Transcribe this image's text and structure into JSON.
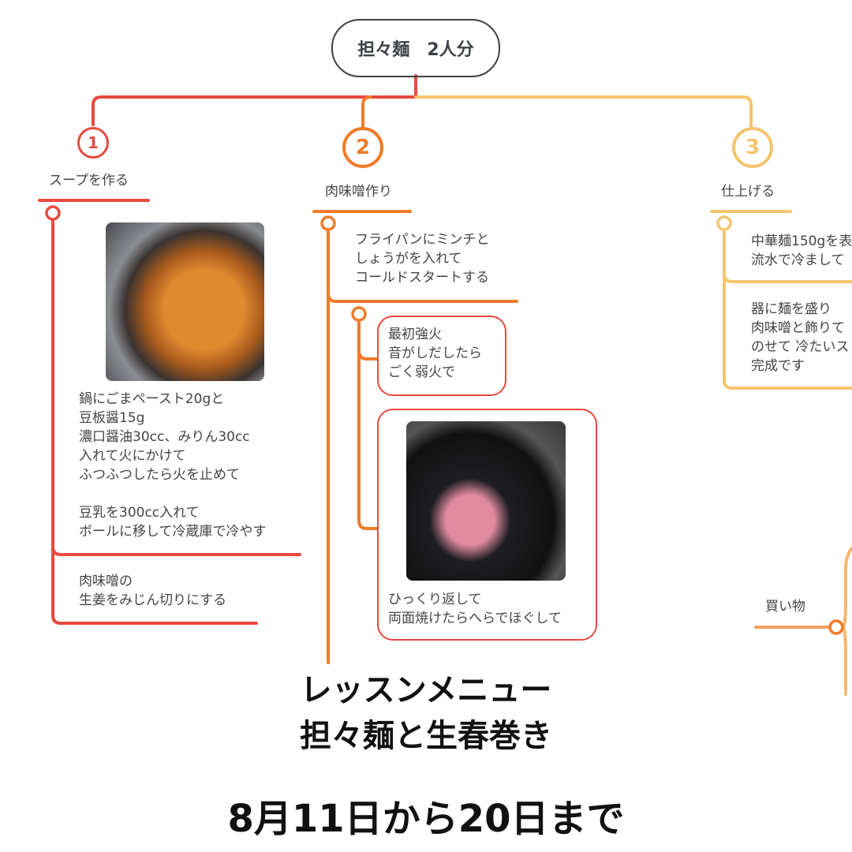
{
  "root": {
    "title": "担々麺　2人分"
  },
  "colors": {
    "step1": "#e8493f",
    "step2": "#ef7b2a",
    "step3": "#f5c46e",
    "root_border": "#3d4147"
  },
  "steps": [
    {
      "number": "1",
      "label": "スープを作る",
      "image": "pot-with-sesame-soup-photo",
      "notes": [
        "鍋にごまペースト20gと\n豆板醤15g\n濃口醤油30cc、みりん30cc\n入れて火にかけて\nふつふつしたら火を止めて\n\n豆乳を300cc入れて\nボールに移して冷蔵庫で冷やす",
        "肉味噌の\n生姜をみじん切りにする"
      ]
    },
    {
      "number": "2",
      "label": "肉味噌作り",
      "notes": [
        "フライパンにミンチと\nしょうがを入れて\nコールドスタートする"
      ],
      "sub_notes": [
        "最初強火\n音がしだしたら\nごく弱火で",
        "ひっくり返して\n両面焼けたらへらでほぐして"
      ],
      "image": "frying-pan-minced-meat-photo"
    },
    {
      "number": "3",
      "label": "仕上げる",
      "notes": [
        "中華麺150gを表\n流水で冷まして",
        "器に麺を盛り\n肉味噌と飾りて\nのせて 冷たいス\n完成です"
      ]
    }
  ],
  "side_node": {
    "label": "買い物"
  },
  "headline": {
    "line1": "レッスンメニュー",
    "line2": "担々麺と生春巻き",
    "dates": "8月11日から20日まで"
  }
}
